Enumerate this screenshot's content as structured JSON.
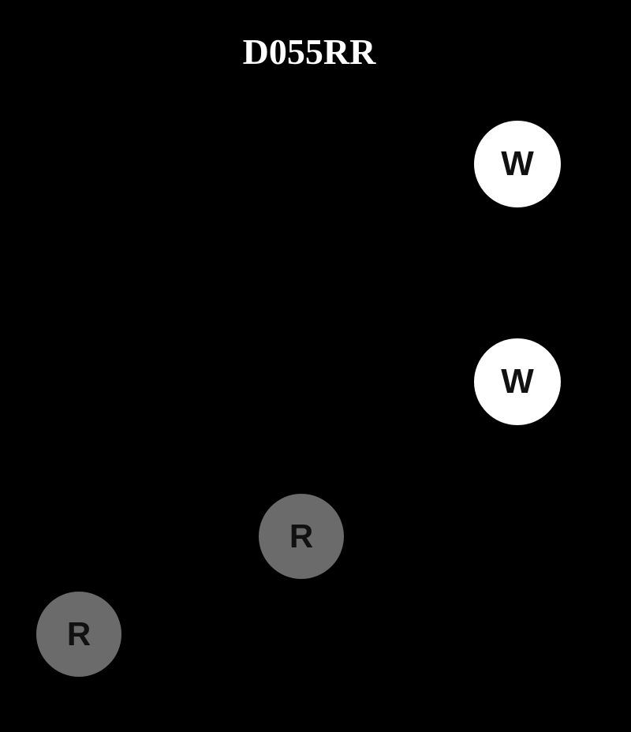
{
  "title": "D055RR",
  "markers": [
    {
      "label": "W",
      "color": "#ffffff"
    },
    {
      "label": "W",
      "color": "#ffffff"
    },
    {
      "label": "R",
      "color": "#6b6b6b"
    },
    {
      "label": "R",
      "color": "#6b6b6b"
    }
  ]
}
